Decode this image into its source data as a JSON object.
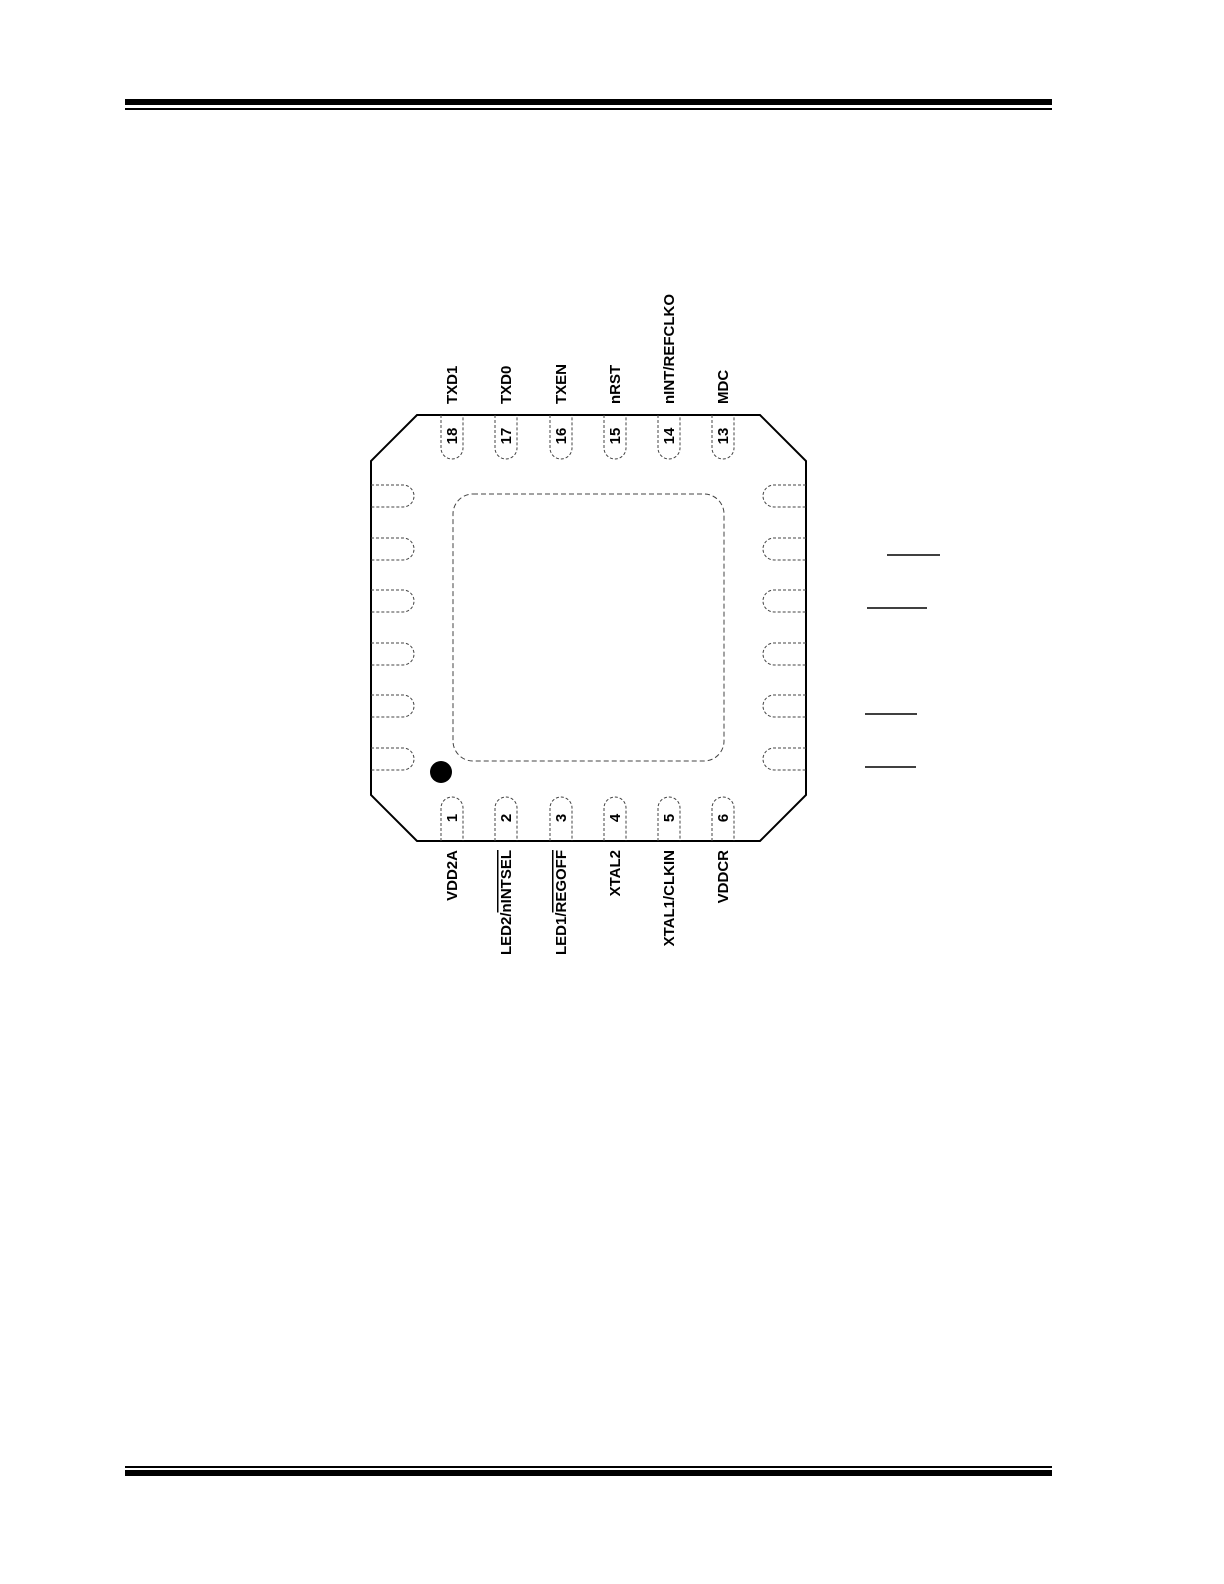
{
  "bottom_pins": [
    {
      "num": "1",
      "plain": "VDD2A",
      "over": ""
    },
    {
      "num": "2",
      "plain": "LED2/",
      "over": "nINTSEL"
    },
    {
      "num": "3",
      "plain": "LED1/",
      "over": "REGOFF"
    },
    {
      "num": "4",
      "plain": "XTAL2",
      "over": ""
    },
    {
      "num": "5",
      "plain": "XTAL1/CLKIN",
      "over": ""
    },
    {
      "num": "6",
      "plain": "VDDCR",
      "over": ""
    }
  ],
  "top_pins": [
    {
      "num": "18",
      "label": "TXD1"
    },
    {
      "num": "17",
      "label": "TXD0"
    },
    {
      "num": "16",
      "label": "TXEN"
    },
    {
      "num": "15",
      "label": "nRST"
    },
    {
      "num": "14",
      "label": "nINT/REFCLKO"
    },
    {
      "num": "13",
      "label": "MDC"
    }
  ],
  "pin1_marker": "filled-circle"
}
